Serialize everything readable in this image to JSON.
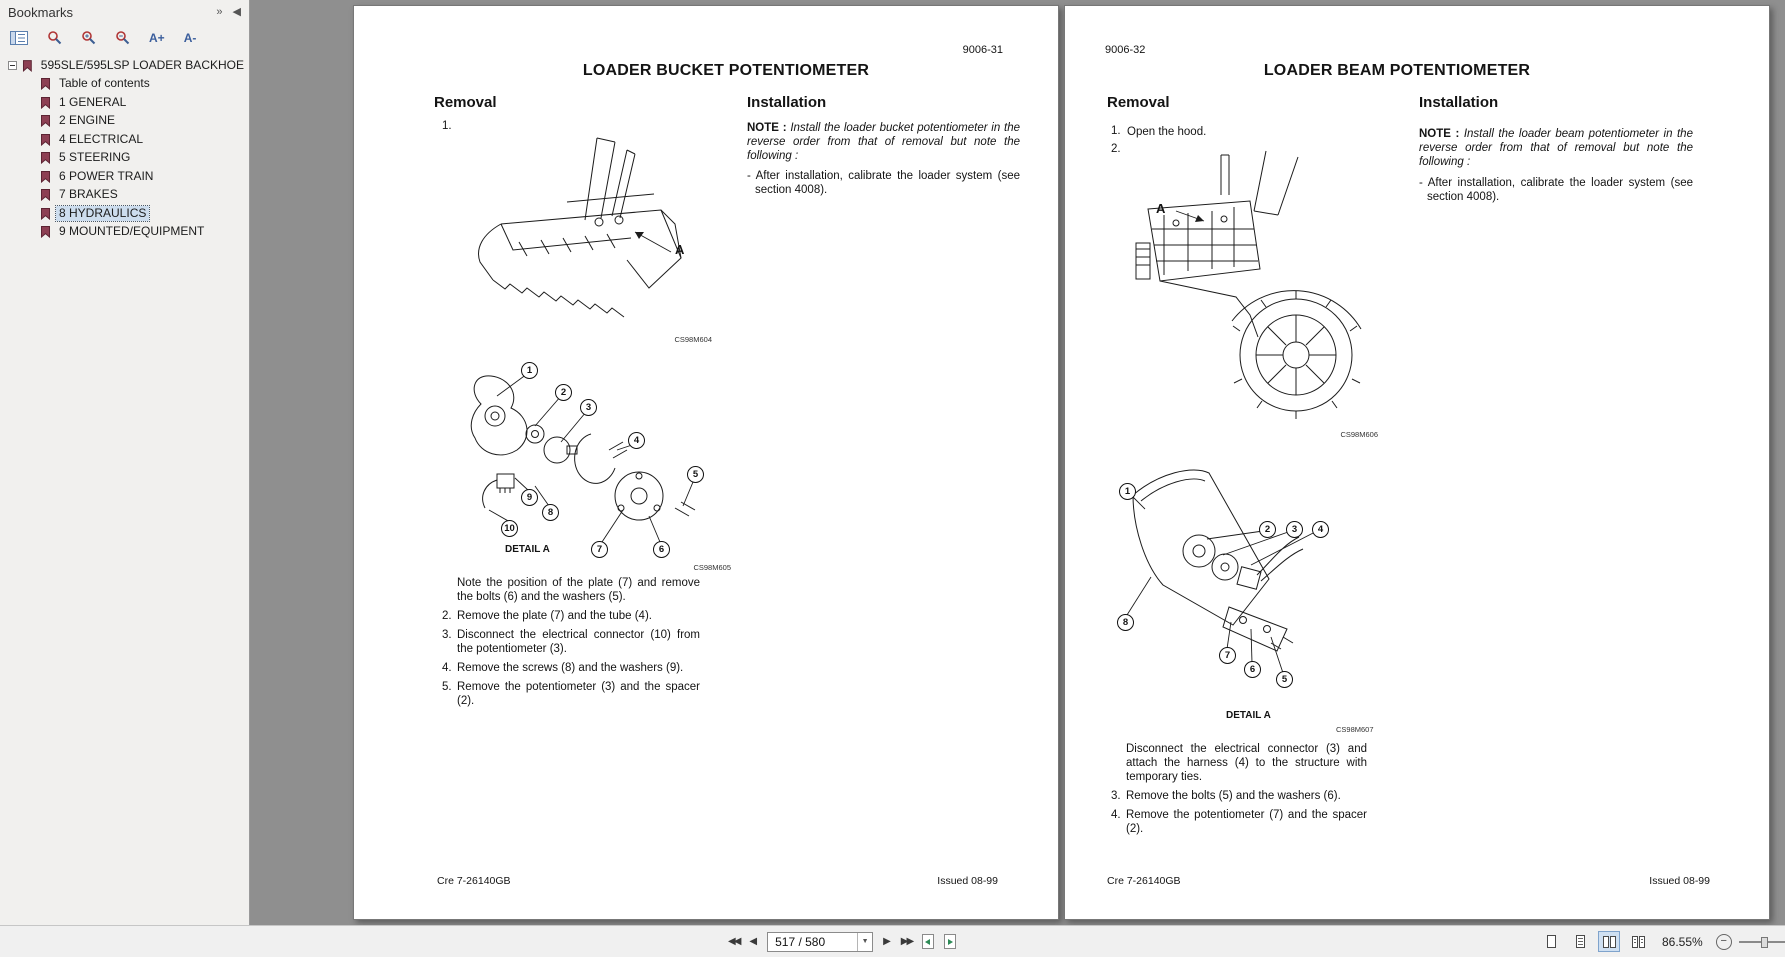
{
  "sidebar": {
    "title": "Bookmarks",
    "header_icons": {
      "expand": "»",
      "collapse": "◀"
    },
    "toolbar": {
      "font_increase": "A+",
      "font_decrease": "A-"
    },
    "root_label": "595SLE/595LSP LOADER BACKHOE",
    "items": [
      {
        "label": "Table of contents",
        "selected": false
      },
      {
        "label": "1 GENERAL",
        "selected": false
      },
      {
        "label": "2 ENGINE",
        "selected": false
      },
      {
        "label": "4 ELECTRICAL",
        "selected": false
      },
      {
        "label": "5 STEERING",
        "selected": false
      },
      {
        "label": "6 POWER TRAIN",
        "selected": false
      },
      {
        "label": "7 BRAKES",
        "selected": false
      },
      {
        "label": "8 HYDRAULICS",
        "selected": true
      },
      {
        "label": "9 MOUNTED/EQUIPMENT",
        "selected": false
      }
    ]
  },
  "pages": {
    "left": {
      "page_number": "9006-31",
      "title": "LOADER BUCKET POTENTIOMETER",
      "removal_heading": "Removal",
      "installation_heading": "Installation",
      "pre_steps": [
        {
          "num": "1.",
          "text": ""
        }
      ],
      "figure1": {
        "code": "CS98M604",
        "label": "A"
      },
      "figure2": {
        "code": "CS98M605",
        "detail_label": "DETAIL A",
        "callouts": [
          "1",
          "2",
          "3",
          "4",
          "5",
          "6",
          "7",
          "8",
          "9",
          "10"
        ]
      },
      "steps": [
        {
          "num": "",
          "text": "Note the position of the plate (7) and remove the bolts (6) and the washers (5)."
        },
        {
          "num": "2.",
          "text": "Remove the plate (7) and the tube (4)."
        },
        {
          "num": "3.",
          "text": "Disconnect the electrical connector (10) from the potentiometer (3)."
        },
        {
          "num": "4.",
          "text": "Remove the screws (8) and the washers (9)."
        },
        {
          "num": "5.",
          "text": "Remove the potentiometer (3) and the spacer (2)."
        }
      ],
      "note_label": "NOTE :",
      "note_text": "Install the loader bucket potentiometer in the reverse order from that of removal but note the following :",
      "note_bullet": "- After installation, calibrate the loader system (see section 4008).",
      "footer_left": "Cre 7-26140GB",
      "footer_right": "Issued 08-99"
    },
    "right": {
      "page_number": "9006-32",
      "title": "LOADER BEAM POTENTIOMETER",
      "removal_heading": "Removal",
      "installation_heading": "Installation",
      "pre_steps": [
        {
          "num": "1.",
          "text": "Open the hood."
        },
        {
          "num": "2.",
          "text": ""
        }
      ],
      "figure1": {
        "code": "CS98M606",
        "label": "A"
      },
      "figure2": {
        "code": "CS98M607",
        "detail_label": "DETAIL A",
        "callouts": [
          "1",
          "2",
          "3",
          "4",
          "8",
          "7",
          "6",
          "5"
        ]
      },
      "steps": [
        {
          "num": "",
          "text": "Disconnect the electrical connector (3) and attach the harness (4) to the structure with temporary ties."
        },
        {
          "num": "3.",
          "text": "Remove the bolts (5) and the washers (6)."
        },
        {
          "num": "4.",
          "text": "Remove the potentiometer (7) and the spacer (2)."
        }
      ],
      "note_label": "NOTE :",
      "note_text": "Install the loader beam potentiometer in the reverse order from that of removal but note the following :",
      "note_bullet": "- After installation, calibrate the loader system (see section 4008).",
      "footer_left": "Cre 7-26140GB",
      "footer_right": "Issued 08-99"
    }
  },
  "statusbar": {
    "page_value": "517 / 580",
    "zoom_value": "86.55%",
    "icons": {
      "first": "◀◀",
      "previous": "◀",
      "next": "▶",
      "last": "▶▶",
      "dropdown": "▼",
      "zoom_out": "−"
    }
  }
}
